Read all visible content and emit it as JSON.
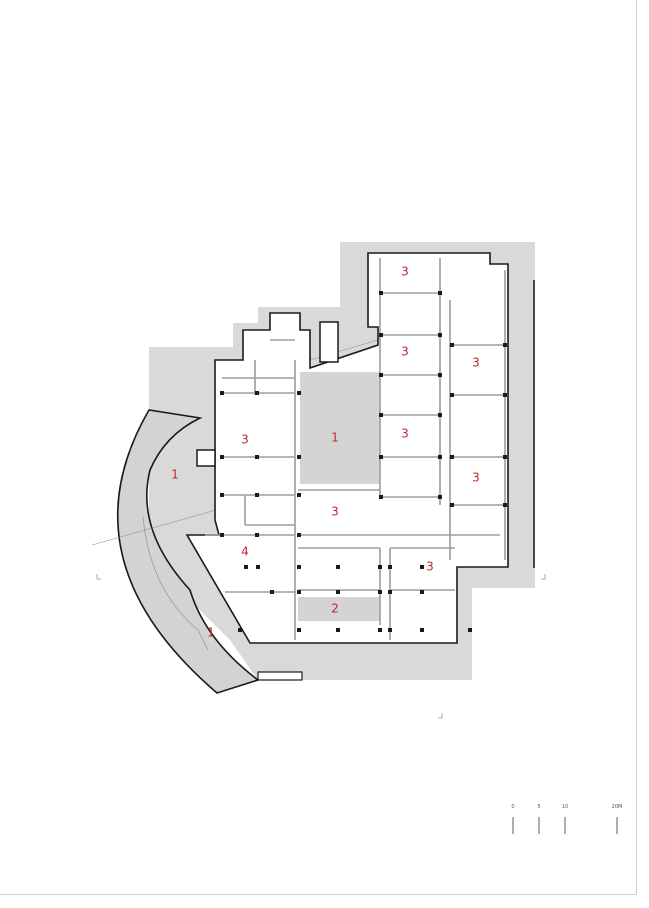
{
  "drawing": {
    "type": "floor-plan",
    "room_labels": [
      "3",
      "3",
      "3",
      "1",
      "3",
      "1",
      "3",
      "3",
      "3",
      "4",
      "3",
      "2",
      "1"
    ],
    "scale_bar": {
      "labels": [
        "0",
        "5",
        "10",
        "20M"
      ]
    },
    "colors": {
      "label": "#c0272d",
      "site": "#d9d9d9",
      "walls": "#1a1a1a",
      "courtyard": "#d4d4d4"
    }
  }
}
